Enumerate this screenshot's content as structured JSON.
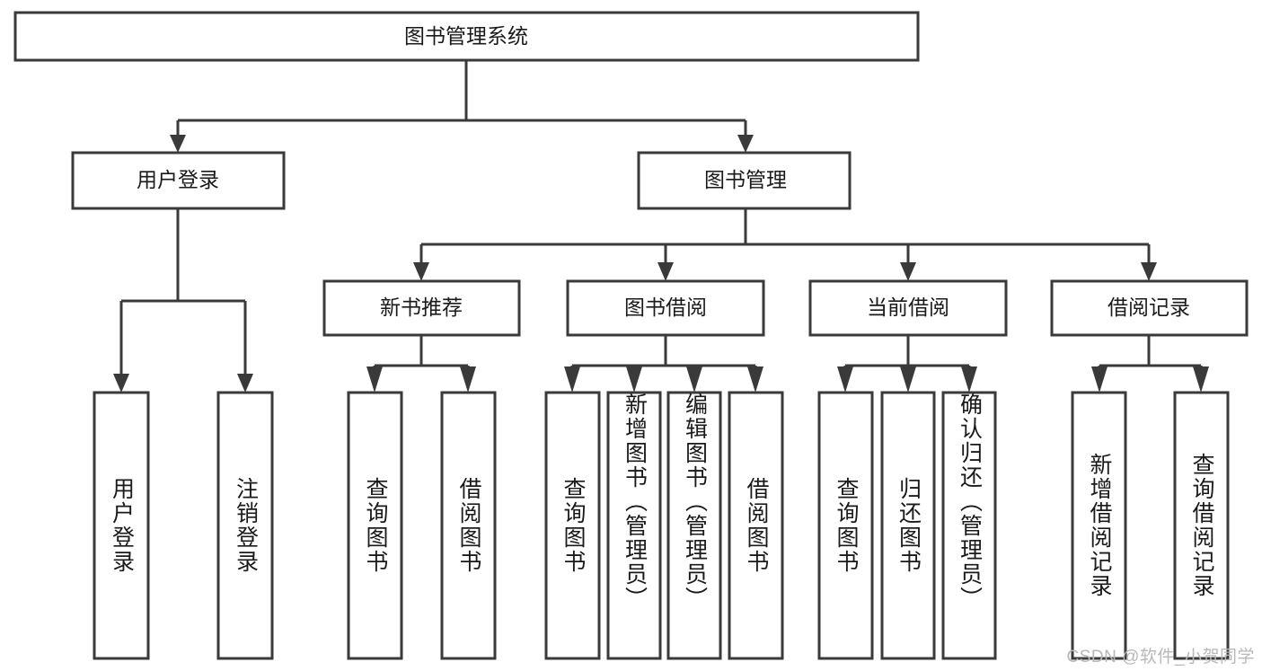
{
  "diagram": {
    "type": "tree-hierarchy-chart",
    "title": "图书管理系统",
    "watermark": "CSDN @软件_小贺同学",
    "colors": {
      "stroke": "#3a3a3a",
      "fill": "#ffffff",
      "text": "#1a1a1a",
      "watermark": "#b8b8b8"
    },
    "root": {
      "label": "图书管理系统"
    },
    "level2": [
      {
        "label": "用户登录"
      },
      {
        "label": "图书管理"
      }
    ],
    "level3": [
      {
        "label": "新书推荐"
      },
      {
        "label": "图书借阅"
      },
      {
        "label": "当前借阅"
      },
      {
        "label": "借阅记录"
      }
    ],
    "leaves": {
      "user_login": [
        {
          "label": "用户登录"
        },
        {
          "label": "注销登录"
        }
      ],
      "new_book_recommend": [
        {
          "label": "查询图书"
        },
        {
          "label": "借阅图书"
        }
      ],
      "book_borrow": [
        {
          "label": "查询图书"
        },
        {
          "label": "新增图书（管理员）"
        },
        {
          "label": "编辑图书（管理员）"
        },
        {
          "label": "借阅图书"
        }
      ],
      "current_borrow": [
        {
          "label": "查询图书"
        },
        {
          "label": "归还图书"
        },
        {
          "label": "确认归还（管理员）"
        }
      ],
      "borrow_record": [
        {
          "label": "新增借阅记录"
        },
        {
          "label": "查询借阅记录"
        }
      ]
    }
  }
}
